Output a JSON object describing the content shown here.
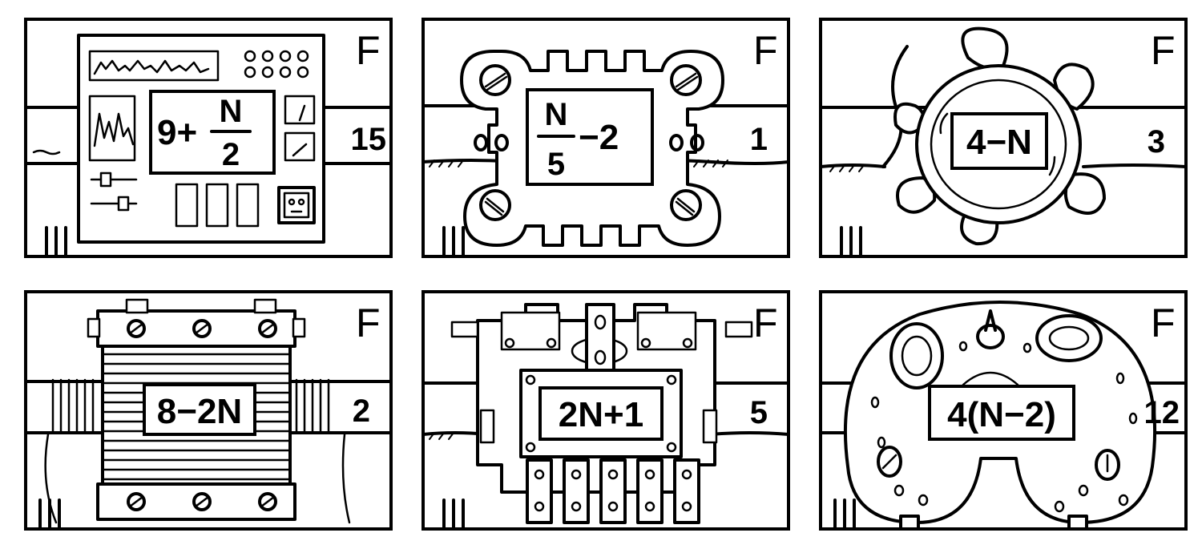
{
  "panels": [
    {
      "id": "control-panel",
      "flag": "F",
      "number": "15",
      "expr_main": "9+",
      "expr_num": "N",
      "expr_den": "2"
    },
    {
      "id": "bolted-plate",
      "flag": "F",
      "number": "1",
      "expr_num": "N",
      "expr_den": "5",
      "expr_tail": "−2"
    },
    {
      "id": "blob-ring",
      "flag": "F",
      "number": "3",
      "expr": "4−N"
    },
    {
      "id": "coil",
      "flag": "F",
      "number": "2",
      "expr": "8−2N"
    },
    {
      "id": "gear-box",
      "flag": "F",
      "number": "5",
      "expr": "2N+1"
    },
    {
      "id": "u-pipe",
      "flag": "F",
      "number": "12",
      "expr": "4(N−2)"
    }
  ]
}
